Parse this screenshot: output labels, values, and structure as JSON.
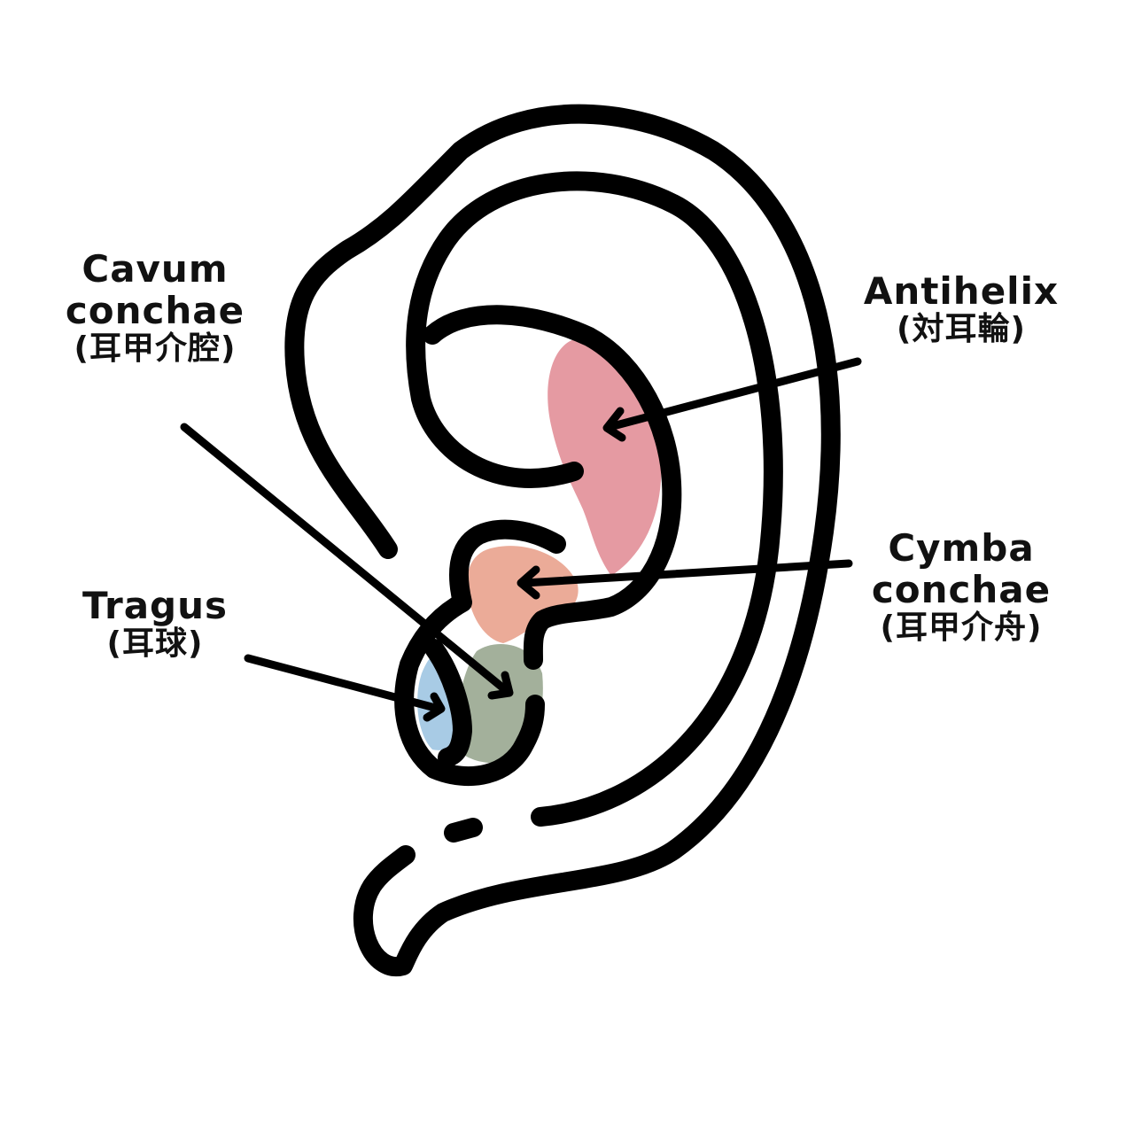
{
  "colors": {
    "outline": "#000000",
    "antihelix_fill": "#e59aa2",
    "cymba_fill": "#ebab98",
    "cavum_fill": "#a3b09b",
    "tragus_fill": "#a8cbe5",
    "background": "#ffffff"
  },
  "labels": {
    "cavum": {
      "en_line1": "Cavum",
      "en_line2": "conchae",
      "ja": "(耳甲介腔)"
    },
    "antihelix": {
      "en_line1": "Antihelix",
      "ja": "(対耳輪)"
    },
    "cymba": {
      "en_line1": "Cymba",
      "en_line2": "conchae",
      "ja": "(耳甲介舟)"
    },
    "tragus": {
      "en_line1": "Tragus",
      "ja": "(耳球)"
    }
  }
}
